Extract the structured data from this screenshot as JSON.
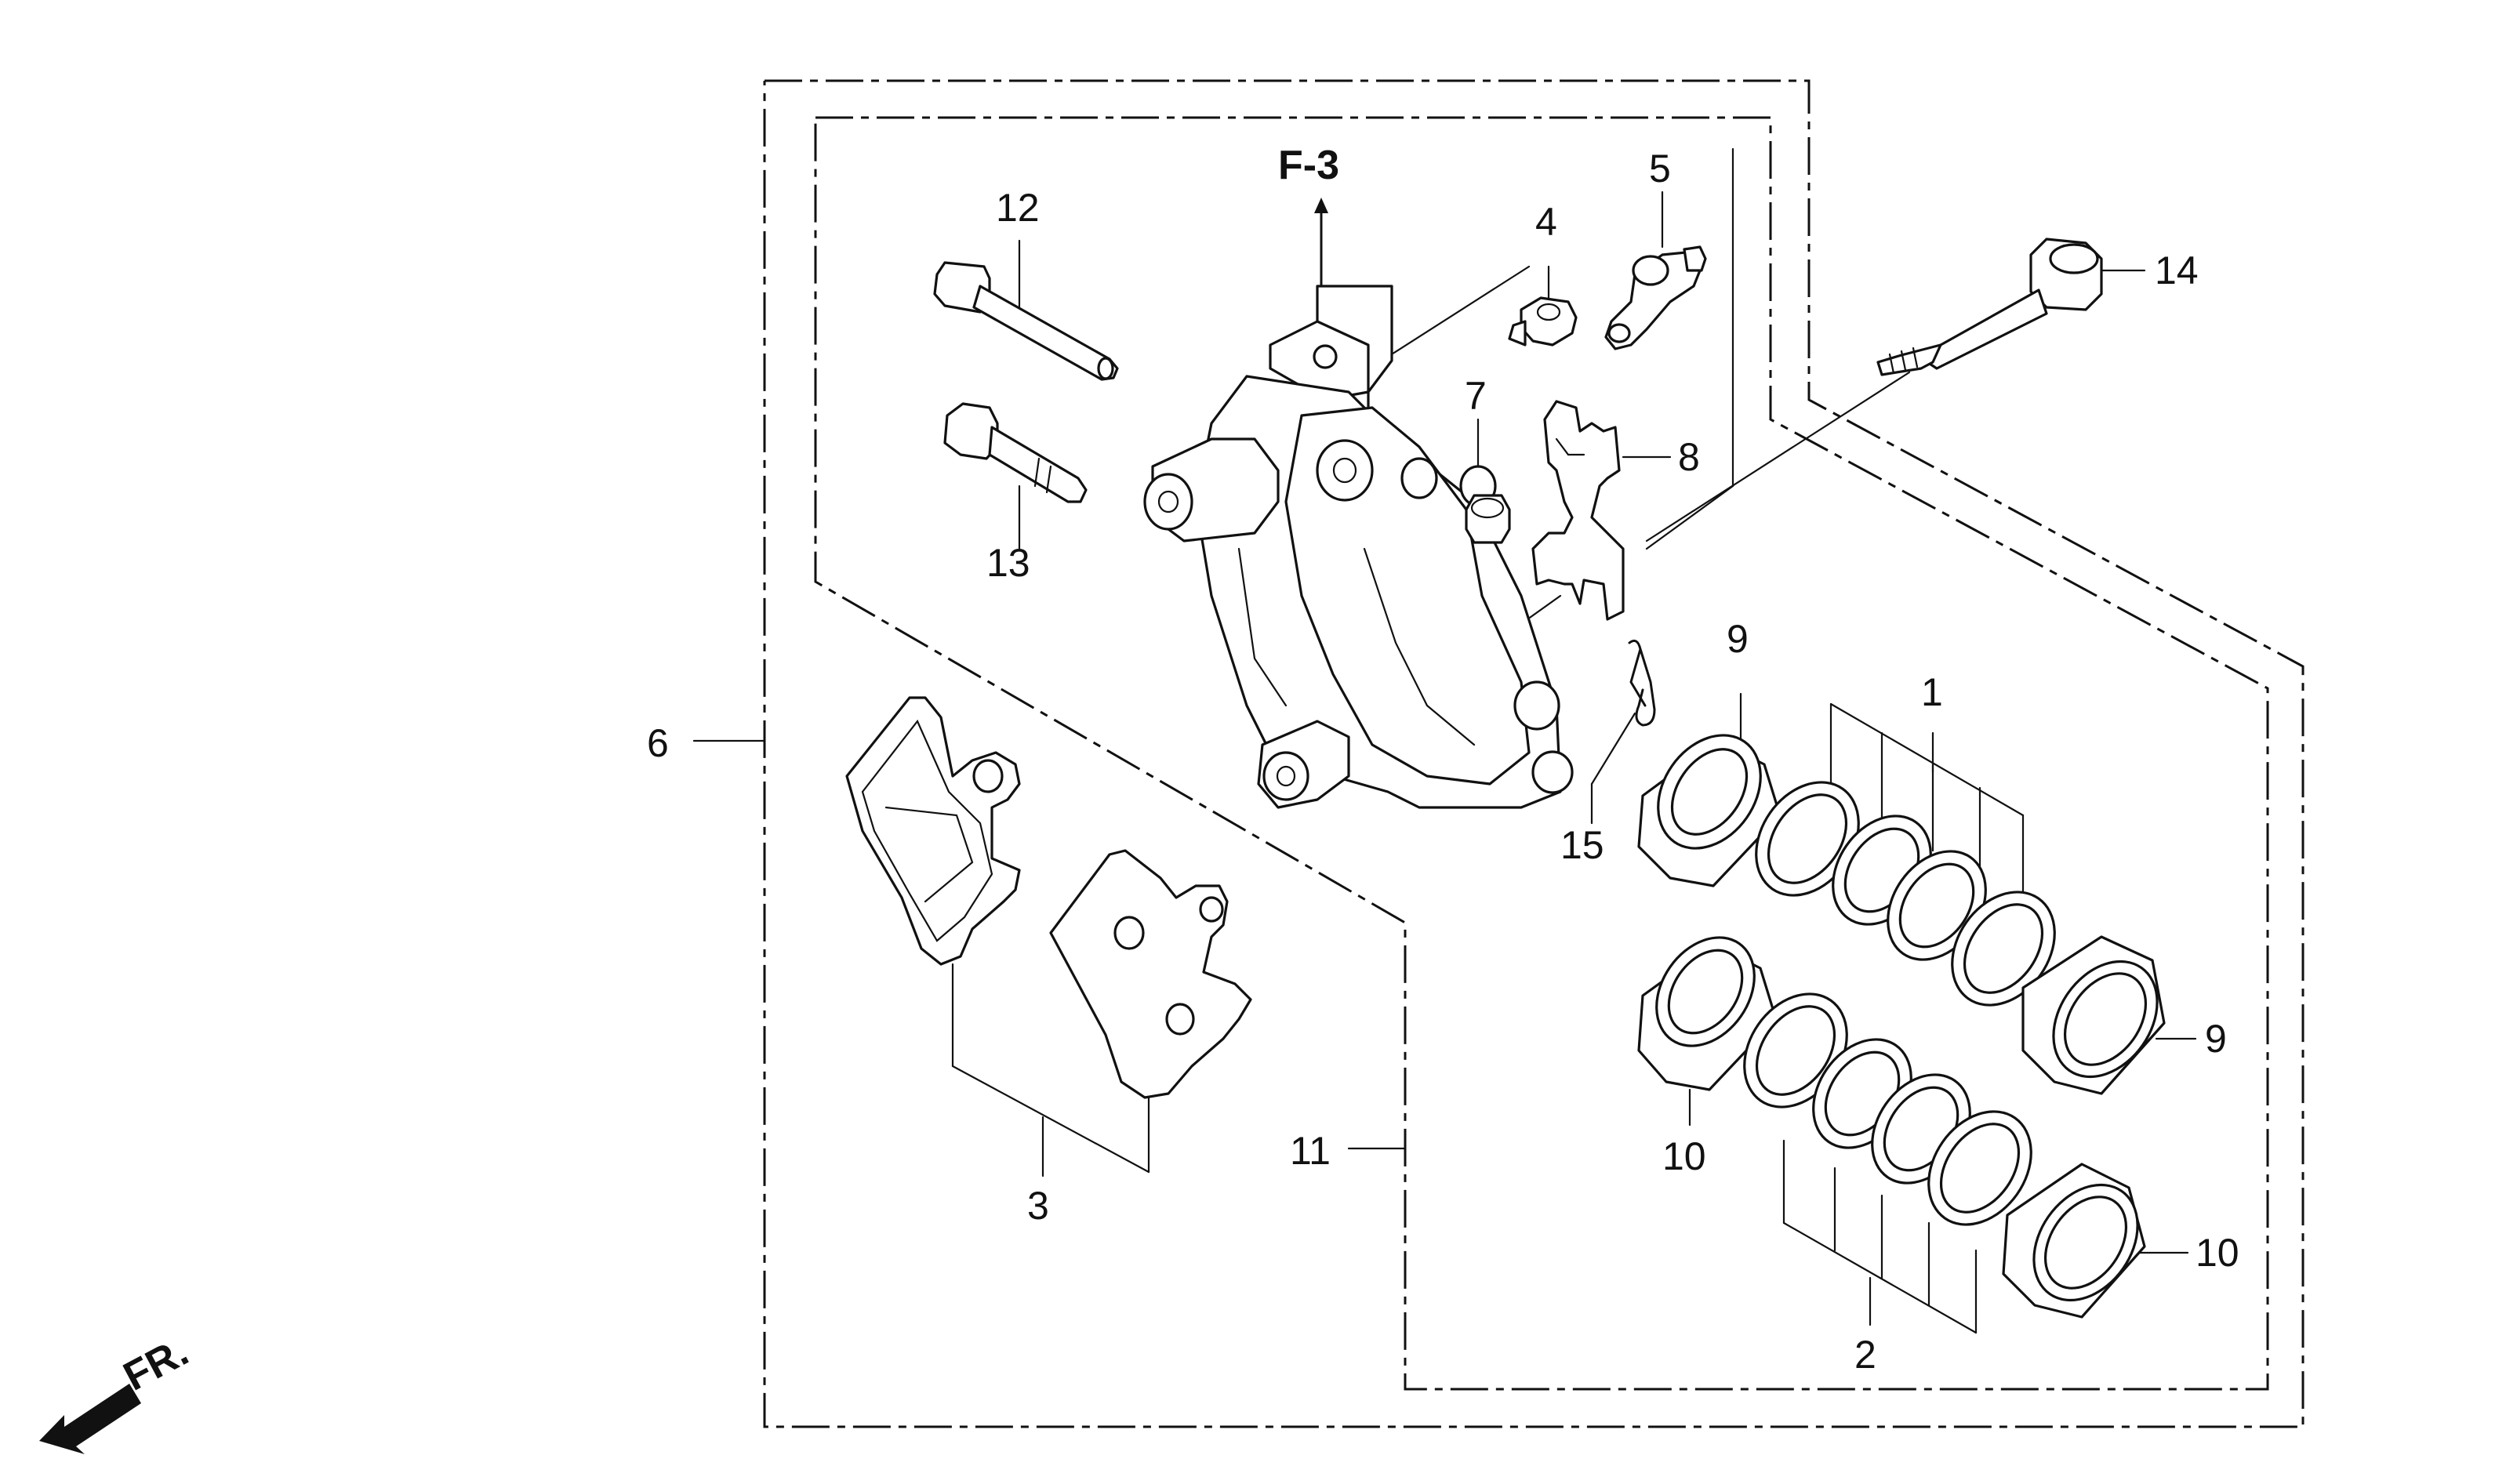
{
  "diagram": {
    "direction_ref": "F-3",
    "front_indicator": "FR.",
    "callouts": [
      {
        "id": "c1",
        "text": "1"
      },
      {
        "id": "c2",
        "text": "2"
      },
      {
        "id": "c3",
        "text": "3"
      },
      {
        "id": "c4",
        "text": "4"
      },
      {
        "id": "c5",
        "text": "5"
      },
      {
        "id": "c6",
        "text": "6"
      },
      {
        "id": "c7",
        "text": "7"
      },
      {
        "id": "c8",
        "text": "8"
      },
      {
        "id": "c9a",
        "text": "9"
      },
      {
        "id": "c9b",
        "text": "9"
      },
      {
        "id": "c10a",
        "text": "10"
      },
      {
        "id": "c10b",
        "text": "10"
      },
      {
        "id": "c11",
        "text": "11"
      },
      {
        "id": "c12",
        "text": "12"
      },
      {
        "id": "c13",
        "text": "13"
      },
      {
        "id": "c14",
        "text": "14"
      },
      {
        "id": "c15",
        "text": "15"
      }
    ]
  }
}
